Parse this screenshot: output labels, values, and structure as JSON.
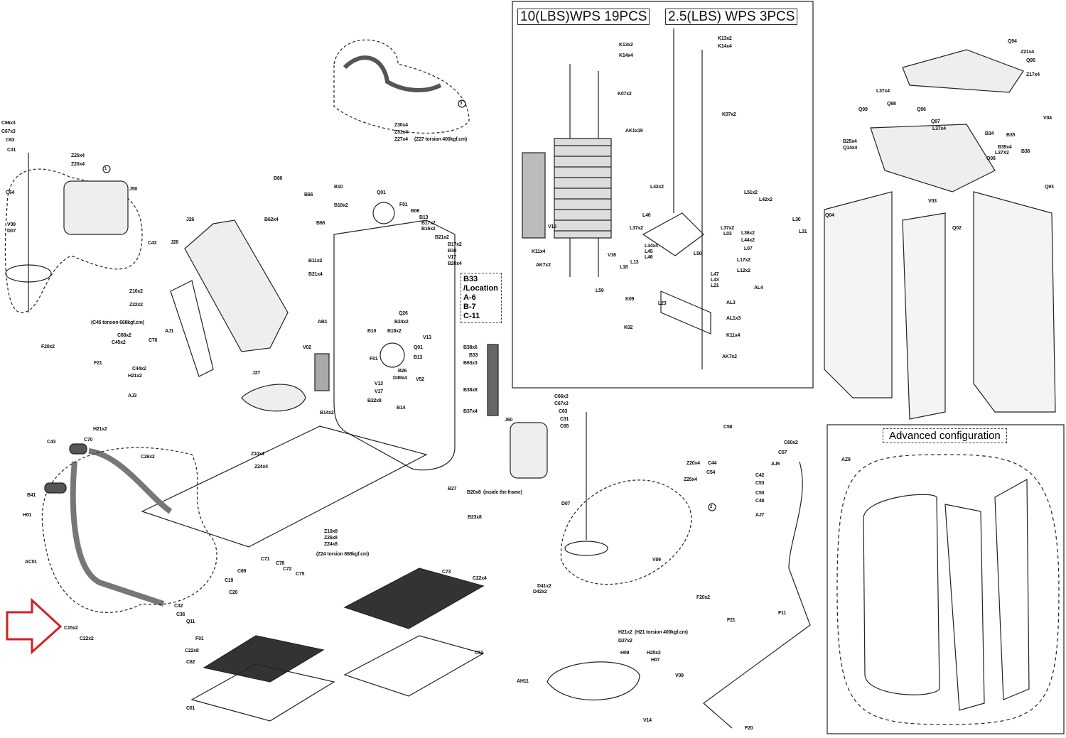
{
  "weight_stack": {
    "heading_main": "10(LBS)WPS 19PCS",
    "heading_secondary": "2.5(LBS) WPS 3PCS"
  },
  "location_note": {
    "part": "B33",
    "heading": "/Location",
    "locations": [
      "A-6",
      "B-7",
      "C-11"
    ]
  },
  "advanced": {
    "title": "Advanced configuration"
  },
  "callouts": [
    "1",
    "2",
    "3"
  ],
  "notes": [
    "(C45 torsion 668kgf.cm)",
    "(Z27 torsion 400kgf.cm)",
    "(Z24 torsion 668kgf.cm)",
    "(H21 torsion 400kgf.cm)",
    "(inside the frame)"
  ],
  "labels": [
    "C66x3",
    "C67x3",
    "C63",
    "C31",
    "Z25x4",
    "Z20x4",
    "C64",
    "J50",
    "V09",
    "D07",
    "F20x2",
    "F21",
    "Z30x4",
    "Z31x4",
    "Z27x4",
    "B66",
    "B66",
    "B62x4",
    "B66",
    "J26",
    "J26",
    "C43",
    "Z10x2",
    "Z22x2",
    "AJ1",
    "C68x2",
    "C45x2",
    "C76",
    "C44x2",
    "H21x2",
    "AJ3",
    "J27",
    "B10",
    "Q01",
    "B18x2",
    "F01",
    "B06",
    "B13",
    "B17x2",
    "B16x2",
    "B21x2",
    "B17x2",
    "B30",
    "V17",
    "B20x4",
    "B11x2",
    "B21x4",
    "Q26",
    "AB1",
    "B10",
    "B18x2",
    "B24x2",
    "V13",
    "Q01",
    "F01",
    "B13",
    "B26",
    "D49x4",
    "V13",
    "V52",
    "V17",
    "B22x8",
    "B14",
    "B14x2",
    "V02",
    "B38x6",
    "B33",
    "B63x3",
    "B38x8",
    "B37x4",
    "H21x2",
    "C70",
    "C43",
    "C26x2",
    "B41",
    "H01",
    "AC01",
    "C15x2",
    "C22x2",
    "C32",
    "C36",
    "Q11",
    "F01",
    "C19",
    "C20",
    "C69",
    "C71",
    "C72",
    "C75",
    "C78",
    "Z10x4",
    "Z24x4",
    "Z10x8",
    "Z26x8",
    "Z24x8",
    "B27",
    "B20x8",
    "B23x8",
    "C22x8",
    "C62",
    "C61",
    "C73",
    "C22x4",
    "C62",
    "C66x3",
    "C67x3",
    "C63",
    "C31",
    "C65",
    "J60",
    "Z20x4",
    "Z25x4",
    "D07",
    "V09",
    "D41x2",
    "D42x2",
    "C58",
    "C60x2",
    "C57",
    "C44",
    "C54",
    "AJ6",
    "C42",
    "C53",
    "C50",
    "C48",
    "AJ7",
    "F20x2",
    "F21",
    "F11",
    "H21x2",
    "D27x2",
    "H09",
    "H25x2",
    "H07",
    "V09",
    "AH11",
    "V14",
    "F20",
    "K13x2",
    "K14x4",
    "K07x2",
    "AK1x19",
    "K13x2",
    "K14x4",
    "K07x2",
    "V15",
    "K11x4",
    "AK7x2",
    "V16",
    "L42x2",
    "L51x2",
    "L42x2",
    "L40",
    "L37x2",
    "L37x2",
    "L03",
    "L36x2",
    "L44x2",
    "L30",
    "L31",
    "L34x4",
    "L45",
    "L46",
    "L50",
    "L07",
    "L13",
    "L18",
    "L17x2",
    "L12x2",
    "L47",
    "L43",
    "L21",
    "AL4",
    "L59",
    "K09",
    "L23",
    "AL3",
    "K02",
    "AL1x3",
    "K11x4",
    "AK7x2",
    "Q94",
    "Z21x4",
    "Q95",
    "Z17x4",
    "L37x4",
    "Q98",
    "Q96",
    "Q99",
    "Q97",
    "L37x4",
    "V04",
    "B25x4",
    "Q14x4",
    "B34",
    "B35",
    "B39x4",
    "L37X2",
    "B36",
    "Q08",
    "Q04",
    "V03",
    "Q02",
    "Q93",
    "AZ9"
  ],
  "colors": {
    "line": "#222222",
    "highlight_arrow": "#d42020"
  }
}
